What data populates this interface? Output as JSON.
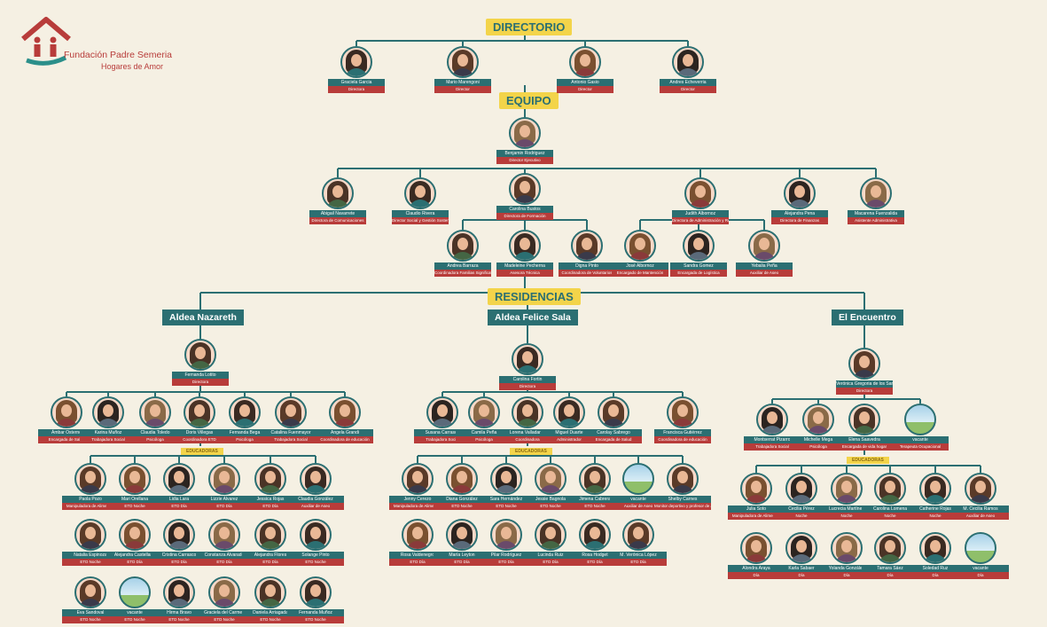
{
  "logo": {
    "line1": "Fundación Padre Semeria",
    "line2": "Hogares de Amor"
  },
  "sections": {
    "directorio": "DIRECTORIO",
    "equipo": "EQUIPO",
    "residencias": "RESIDENCIAS"
  },
  "groups": {
    "aldea_nazareth": "Aldea Nazareth",
    "aldea_felice_sala": "Aldea Felice Sala",
    "el_encuentro": "El Encuentro"
  },
  "badges": {
    "educadoras": "EDUCADORAS"
  },
  "people": [
    {
      "name": "Graciela Garcia",
      "role": "Directora"
    },
    {
      "name": "Mario Marengoni",
      "role": "Director"
    },
    {
      "name": "Antonio Gasio",
      "role": "Director"
    },
    {
      "name": "Andres Echeverria",
      "role": "Director"
    },
    {
      "name": "Benjamin Rodriguez",
      "role": "Director Ejecutivo"
    },
    {
      "name": "Abigail Navarrete",
      "role": "Directora de Comunicaciones"
    },
    {
      "name": "Claudio Rivera",
      "role": "Director Social y Gestión Sostenibilidad Fondo"
    },
    {
      "name": "Carolina Bustos",
      "role": "Directora de Formación"
    },
    {
      "name": "Judith Albornoz",
      "role": "Directora de Administración y Recursos Humanos"
    },
    {
      "name": "Alejandra Pena",
      "role": "Directora de Finanzas"
    },
    {
      "name": "Macarena Fuenzalida",
      "role": "Asistente Administrativa"
    },
    {
      "name": "Andrea Barraza",
      "role": "Coordinadora Familias Significativas"
    },
    {
      "name": "Madeleine Pecherna",
      "role": "Asesora Técnica"
    },
    {
      "name": "Digna Pinto",
      "role": "Coordinadora de Voluntarios"
    },
    {
      "name": "José Albornoz",
      "role": "Encargado de Mantención"
    },
    {
      "name": "Sandra Gomez",
      "role": "Encargada de Logística"
    },
    {
      "name": "Yebalia Peña",
      "role": "Auxiliar de Aseo"
    },
    {
      "name": "Fernanda Lotito",
      "role": "Directora"
    },
    {
      "name": "Carolina Fortin",
      "role": "Directora"
    },
    {
      "name": "Verónica Gregoria de los Santos",
      "role": "Directora"
    },
    {
      "name": "Ámbar Osterno",
      "role": "Encargada de Salud"
    },
    {
      "name": "Karina Muñoz",
      "role": "Trabajadora Social"
    },
    {
      "name": "Claudia Toledo",
      "role": "Psicóloga"
    },
    {
      "name": "Doris Villegas",
      "role": "Coordinadora ETD"
    },
    {
      "name": "Fernanda Bega",
      "role": "Psicóloga"
    },
    {
      "name": "Catalina Fuenmayor",
      "role": "Trabajadora Social"
    },
    {
      "name": "Angela Grandi",
      "role": "Coordinadora de educación"
    },
    {
      "name": "Susana Carrasco",
      "role": "Trabajadora Social"
    },
    {
      "name": "Camila Peña",
      "role": "Psicóloga"
    },
    {
      "name": "Lorena Valladares",
      "role": "Coordinadora"
    },
    {
      "name": "Miguel Duarte",
      "role": "Administrador"
    },
    {
      "name": "Carolay Sabrego",
      "role": "Encargada de Salud"
    },
    {
      "name": "Francisca Gutiérrez",
      "role": "Coordinadora de educación"
    },
    {
      "name": "Montserrat Pizarro",
      "role": "Trabajadora Social"
    },
    {
      "name": "Michelle Mega",
      "role": "Psicóloga"
    },
    {
      "name": "Elena Saavedra",
      "role": "Encargada de vida hogar"
    },
    {
      "name": "vacante",
      "role": "Terapeuta Ocupacional"
    },
    {
      "name": "Paola Pozo",
      "role": "Manipuladora de Alimentos"
    },
    {
      "name": "Mari Orellana",
      "role": "ETD Noche"
    },
    {
      "name": "Lidia Lara",
      "role": "ETD Día"
    },
    {
      "name": "Lizzie Alvarez",
      "role": "ETD Día"
    },
    {
      "name": "Jessica Rojas",
      "role": "ETD Día"
    },
    {
      "name": "Claudia González",
      "role": "Auxiliar de Aseo"
    },
    {
      "name": "Natalia Espinoza",
      "role": "ETD Noche"
    },
    {
      "name": "Alejandra Castellano",
      "role": "ETD Día"
    },
    {
      "name": "Cristina Carrasco",
      "role": "ETD Día"
    },
    {
      "name": "Constanza Alvarado",
      "role": "ETD Día"
    },
    {
      "name": "Alejandra Flores",
      "role": "ETD Día"
    },
    {
      "name": "Solange Pinto",
      "role": "ETD Noche"
    },
    {
      "name": "Eva Sandoval",
      "role": "ETD Noche"
    },
    {
      "name": "vacante",
      "role": "ETD Noche"
    },
    {
      "name": "Hirma Bravo",
      "role": "ETD Noche"
    },
    {
      "name": "Graciela del Carmen",
      "role": "ETD Noche"
    },
    {
      "name": "Daniela Arriagada",
      "role": "ETD Noche"
    },
    {
      "name": "Fernanda Muñoz",
      "role": "ETD Noche"
    },
    {
      "name": "Jenny Cerezo",
      "role": "Manipuladora de Alimentos"
    },
    {
      "name": "Diana González",
      "role": "ETD Noche"
    },
    {
      "name": "Sara Hernández",
      "role": "ETD Noche"
    },
    {
      "name": "Jessie Bagnola",
      "role": "ETD Noche"
    },
    {
      "name": "Jimena Cabrera",
      "role": "ETD Noche"
    },
    {
      "name": "vacante",
      "role": "Auxiliar de Aseo"
    },
    {
      "name": "Shelby Carnes",
      "role": "Monitor deportivo y profesor de artes"
    },
    {
      "name": "Rosa Valdenegro",
      "role": "ETD Día"
    },
    {
      "name": "María Leyton",
      "role": "ETD Día"
    },
    {
      "name": "Pilar Rodríguez",
      "role": "ETD Día"
    },
    {
      "name": "Lucinda Ruiz",
      "role": "ETD Día"
    },
    {
      "name": "Rosa Hodget",
      "role": "ETD Día"
    },
    {
      "name": "M. Verónica López",
      "role": "ETD Día"
    },
    {
      "name": "Julia Soto",
      "role": "Manipuladora de Alimentos"
    },
    {
      "name": "Cecilia Pérez",
      "role": "Noche"
    },
    {
      "name": "Lucrecia Martínez",
      "role": "Noche"
    },
    {
      "name": "Carolina Lomena",
      "role": "Noche"
    },
    {
      "name": "Catherine Rojas",
      "role": "Noche"
    },
    {
      "name": "M. Cecilia Ramos",
      "role": "Auxiliar de Aseo"
    },
    {
      "name": "Alondra Araya",
      "role": "Día"
    },
    {
      "name": "Karla Sabaer",
      "role": "Día"
    },
    {
      "name": "Yolanda González",
      "role": "Día"
    },
    {
      "name": "Tamara Sáez",
      "role": "Día"
    },
    {
      "name": "Soledad Ruz",
      "role": "Día"
    },
    {
      "name": "vacante",
      "role": "Día"
    }
  ]
}
